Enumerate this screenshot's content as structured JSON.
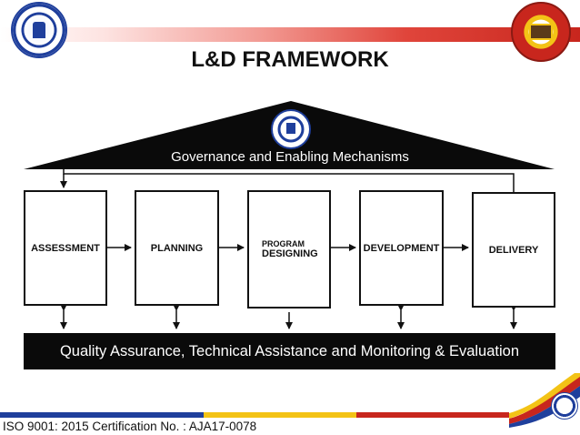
{
  "header": {
    "title": "L&D FRAMEWORK"
  },
  "roof": {
    "label": "Governance and Enabling Mechanisms"
  },
  "steps": [
    {
      "line1": "ASSESSMENT"
    },
    {
      "line1": "PLANNING"
    },
    {
      "line1": "PROGRAM",
      "line2": "DESIGNING"
    },
    {
      "line1": "DEVELOPMENT"
    },
    {
      "line1": "DELIVERY"
    }
  ],
  "foundation": {
    "label": "Quality Assurance, Technical Assistance and Monitoring & Evaluation"
  },
  "footer": {
    "certification": "ISO 9001: 2015 Certification No. :  AJA17-0078"
  },
  "colors": {
    "brand_blue": "#1f3f9c",
    "brand_red": "#c8261d",
    "brand_gold": "#f3c316",
    "diagram_black": "#0a0a0a"
  },
  "icons": {
    "left_logo": "deped-seal-icon",
    "right_logo": "division-seal-icon",
    "roof_logo": "deped-seal-icon",
    "footer_logo": "deped-seal-icon"
  }
}
